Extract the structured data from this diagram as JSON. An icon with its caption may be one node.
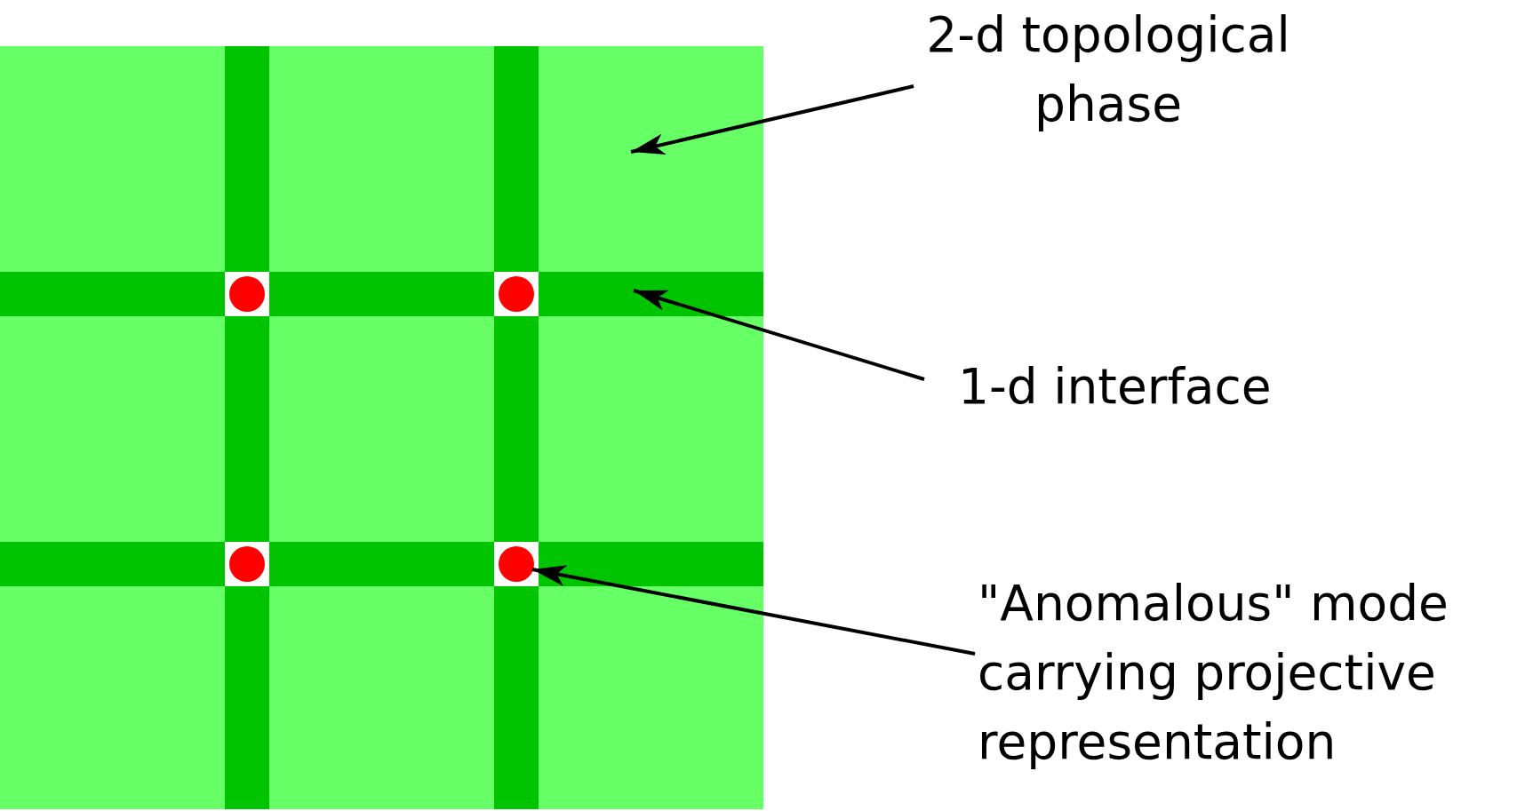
{
  "diagram": {
    "nodes": [
      {
        "text": [],
        "shape": "box"
      },
      {
        "text": [],
        "shape": "bar",
        "in": 0
      },
      {
        "text": [],
        "shape": "bar",
        "in": 0
      },
      {
        "text": [],
        "shape": "bar",
        "in": 0
      },
      {
        "text": [],
        "shape": "bar",
        "in": 0
      },
      {
        "text": [],
        "shape": "circle"
      },
      {
        "text": [],
        "shape": "circle"
      },
      {
        "text": [],
        "shape": "circle"
      },
      {
        "text": [],
        "shape": "circle"
      },
      {
        "text": [
          "2-d topological phase"
        ]
      },
      {
        "text": [
          "1-d interface"
        ]
      },
      {
        "text": [
          "\"Anomalous\" mode carrying projective representation"
        ]
      }
    ],
    "edges": [
      {
        "from": 9,
        "to": 0,
        "arrow": "to"
      },
      {
        "from": 10,
        "to": 3,
        "arrow": "to"
      },
      {
        "from": 11,
        "to": 8,
        "arrow": "to"
      }
    ]
  }
}
